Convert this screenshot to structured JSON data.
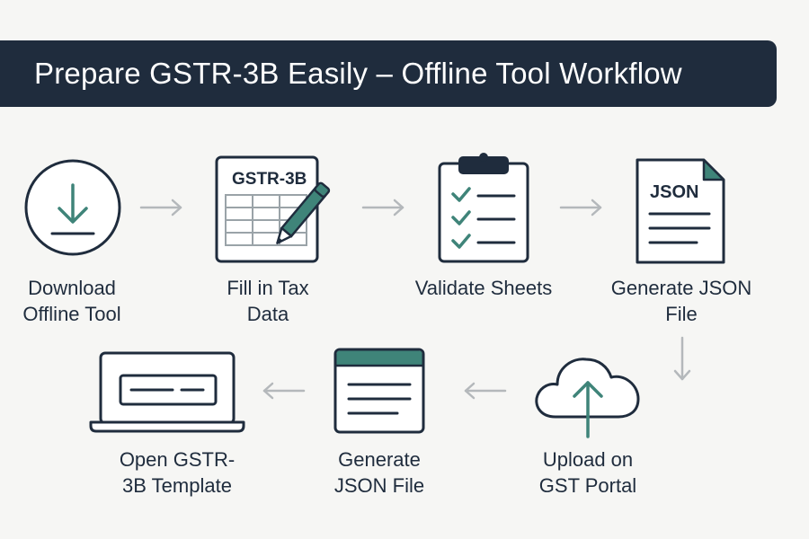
{
  "title": "Prepare GSTR-3B Easily – Offline Tool Workflow",
  "colors": {
    "banner": "#1f2c3d",
    "accent": "#3f8479",
    "ink": "#1f2c3d",
    "arrow": "#b4b8bb",
    "background": "#f6f6f4"
  },
  "steps": [
    {
      "label_line1": "Download",
      "label_line2": "Offline Tool",
      "icon": "download-icon"
    },
    {
      "label_line1": "Fill in Tax",
      "label_line2": "Data",
      "icon": "spreadsheet-pencil-icon",
      "sheet_title": "GSTR-3B"
    },
    {
      "label_line1": "Validate Sheets",
      "label_line2": "",
      "icon": "clipboard-checklist-icon"
    },
    {
      "label_line1": "Generate JSON",
      "label_line2": "File",
      "icon": "json-document-icon",
      "doc_title": "JSON"
    },
    {
      "label_line1": "Upload on",
      "label_line2": "GST Portal",
      "icon": "cloud-upload-icon"
    },
    {
      "label_line1": "Generate",
      "label_line2": "JSON File",
      "icon": "browser-window-icon"
    },
    {
      "label_line1": "Open GSTR-",
      "label_line2": "3B Template",
      "icon": "laptop-icon"
    }
  ]
}
